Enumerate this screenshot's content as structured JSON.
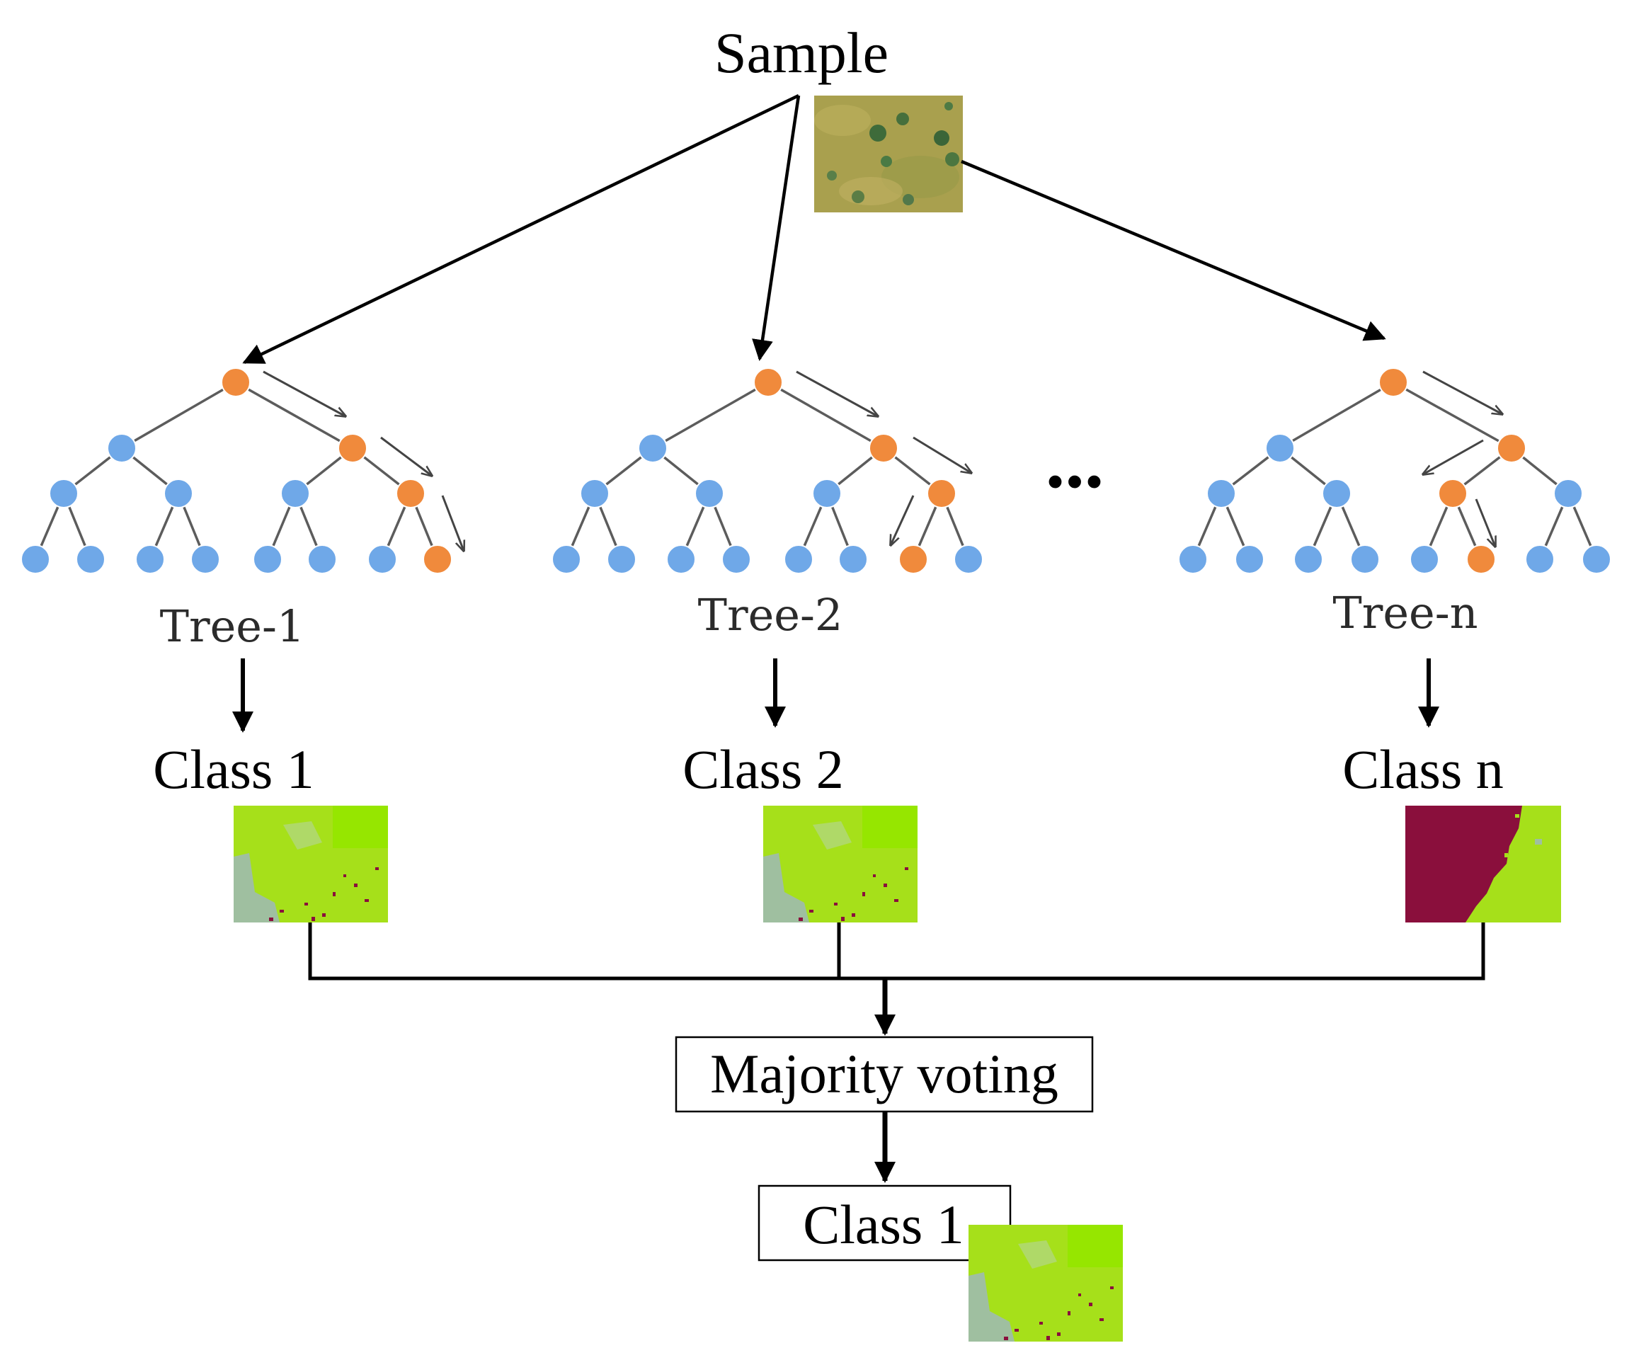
{
  "sample": {
    "label": "Sample"
  },
  "trees": [
    {
      "label": "Tree-1",
      "class_label": "Class 1"
    },
    {
      "label": "Tree-2",
      "class_label": "Class 2"
    },
    {
      "label": "Tree-n",
      "class_label": "Class n"
    }
  ],
  "ellipsis": "...",
  "majority_voting": {
    "label": "Majority voting"
  },
  "result": {
    "label": "Class 1"
  },
  "colors": {
    "node_default": "#6fa8e8",
    "node_path": "#f08a3c",
    "class_map_green": "#a6e01a",
    "class_map_lime": "#96e600",
    "class_map_gray": "#9fbfa0",
    "class_map_maroon": "#8a0f3c",
    "sample_image": "#a9a04e"
  },
  "icons": {
    "sample": "aerial-image-icon",
    "class_map": "classification-map-icon"
  }
}
